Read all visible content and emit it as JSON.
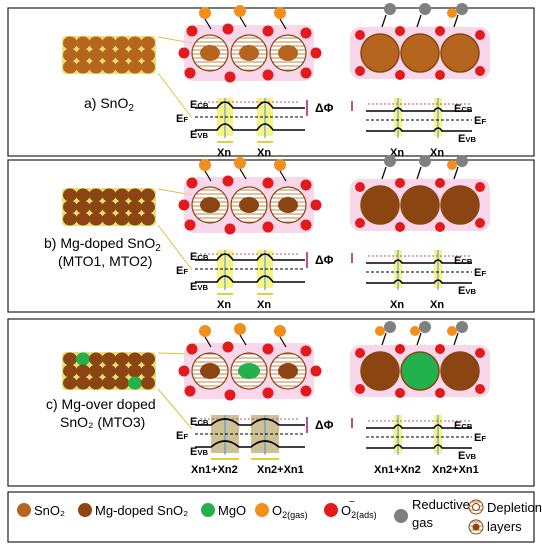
{
  "panels": [
    {
      "label": "a) SnO",
      "label_sub": "2",
      "label_line2": "",
      "dphi": "ΔΦ",
      "xn_left": "Xn",
      "xn_right": "Xn",
      "xn_rt_left": "Xn",
      "xn_rt_right": "Xn"
    },
    {
      "label": "b) Mg-doped SnO",
      "label_sub": "2",
      "label_line2": "(MTO1, MTO2)",
      "dphi": "ΔΦ",
      "xn_left": "Xn",
      "xn_right": "Xn",
      "xn_rt_left": "Xn",
      "xn_rt_right": "Xn"
    },
    {
      "label": "c) Mg-over doped",
      "label_sub": "",
      "label_line2": "SnO₂ (MTO3)",
      "dphi": "ΔΦ",
      "xn_left": "Xn1+Xn2",
      "xn_right": "Xn2+Xn1",
      "xn_rt_left": "Xn1+Xn2",
      "xn_rt_right": "Xn2+Xn1"
    }
  ],
  "bands": {
    "ecb": "E",
    "ecb_sub": "CB",
    "ef": "E",
    "ef_sub": "F",
    "evb": "E",
    "evb_sub": "VB"
  },
  "legend": {
    "sno2": "SnO₂",
    "mg_doped": "Mg-doped SnO₂",
    "mgo": "MgO",
    "o2_gas": "O",
    "o2_gas_sub": "2(gas)",
    "o2_ads": "O",
    "o2_ads_sub": "2(ads)",
    "o2_ads_sup": "−",
    "reductive": "Reductive",
    "reductive2": "gas",
    "depletion": "Depletion",
    "depletion2": "layers"
  },
  "colors": {
    "sno2": "#b5651d",
    "mg_doped": "#8b4513",
    "mgo": "#22b14c",
    "o2_gas": "#f28e1c",
    "o2_ads": "#e31a1c",
    "reductive": "#808080",
    "pink": "#f7c6e3",
    "highlight": "#f5f27a"
  }
}
